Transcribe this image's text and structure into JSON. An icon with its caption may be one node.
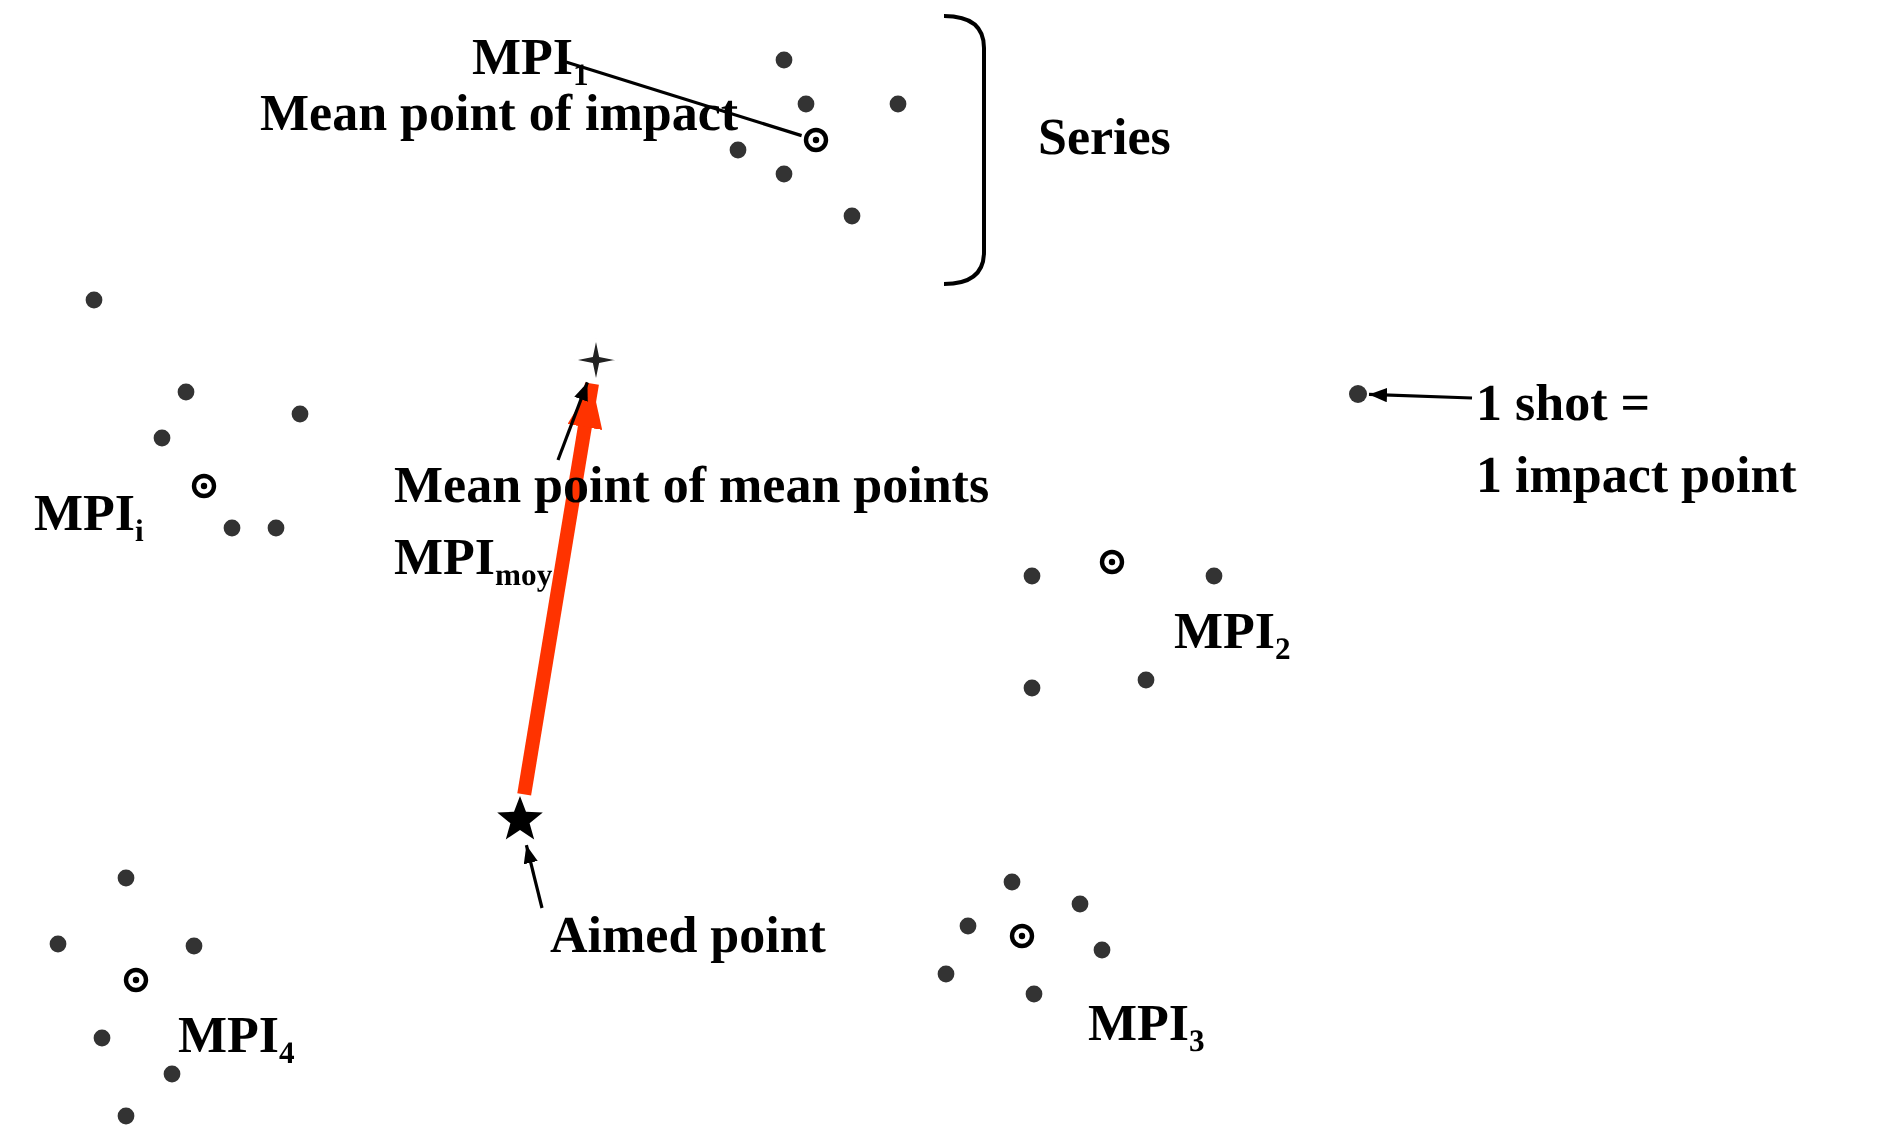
{
  "diagram": {
    "nodes": [
      {
        "text": [
          "MPI$_{1}$",
          "Mean point of impact"
        ]
      },
      {
        "text": [],
        "shape": "circle"
      },
      {
        "text": [],
        "shape": "star"
      },
      {
        "text": [],
        "shape": "circle"
      },
      {
        "text": [
          "1 shot = 1 impact point"
        ]
      },
      {
        "text": [
          "Mean point of mean points",
          "MPI$_{moy}$"
        ]
      },
      {
        "text": [],
        "shape": "circle",
        "beside": [
          "MPI$_{i}$"
        ]
      },
      {
        "text": [],
        "shape": "circle",
        "beside": [
          "MPI$_{2}$"
        ]
      },
      {
        "text": [],
        "shape": "star"
      },
      {
        "text": [
          "Aimed point"
        ]
      },
      {
        "text": [],
        "shape": "circle",
        "beside": [
          "MPI$_{3}$"
        ]
      },
      {
        "text": [],
        "shape": "circle",
        "beside": [
          "MPI$_{4}$"
        ]
      }
    ],
    "edges": [
      {
        "from": 0,
        "to": 1,
        "arrow": "none"
      },
      {
        "from": 4,
        "to": 3,
        "arrow": "to"
      },
      {
        "from": 5,
        "to": 2,
        "arrow": "to"
      },
      {
        "from": 9,
        "to": 8,
        "arrow": "to"
      },
      {
        "from": 8,
        "to": 2,
        "arrow": "to",
        "style": "thick",
        "color": "#ff3300"
      }
    ],
    "labels": [
      "Series"
    ]
  }
}
